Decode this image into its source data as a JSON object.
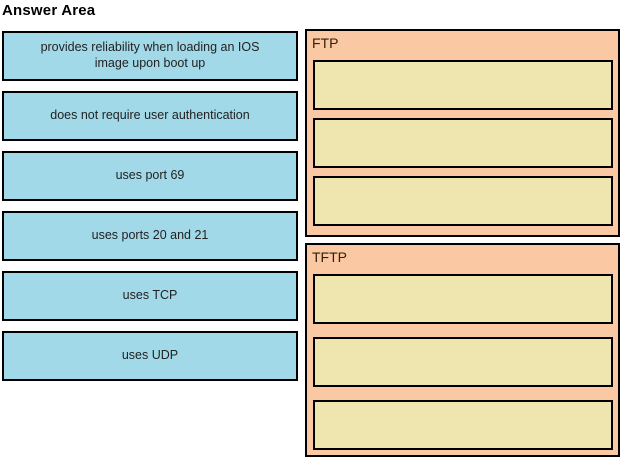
{
  "title": "Answer Area",
  "tiles": [
    "provides reliability when loading an IOS image upon boot up",
    "does not require user authentication",
    "uses port 69",
    "uses ports 20 and 21",
    "uses TCP",
    "uses UDP"
  ],
  "groups": [
    {
      "label": "FTP",
      "slot_count": 3
    },
    {
      "label": "TFTP",
      "slot_count": 3
    }
  ],
  "colors": {
    "tile_fill": "#a2d9e9",
    "zone_fill": "#fac9a3",
    "slot_fill": "#eee5af",
    "border": "#000000",
    "tile_text": "#222222",
    "zone_label_text": "#33200a",
    "title_text": "#000000",
    "background": "#ffffff"
  }
}
